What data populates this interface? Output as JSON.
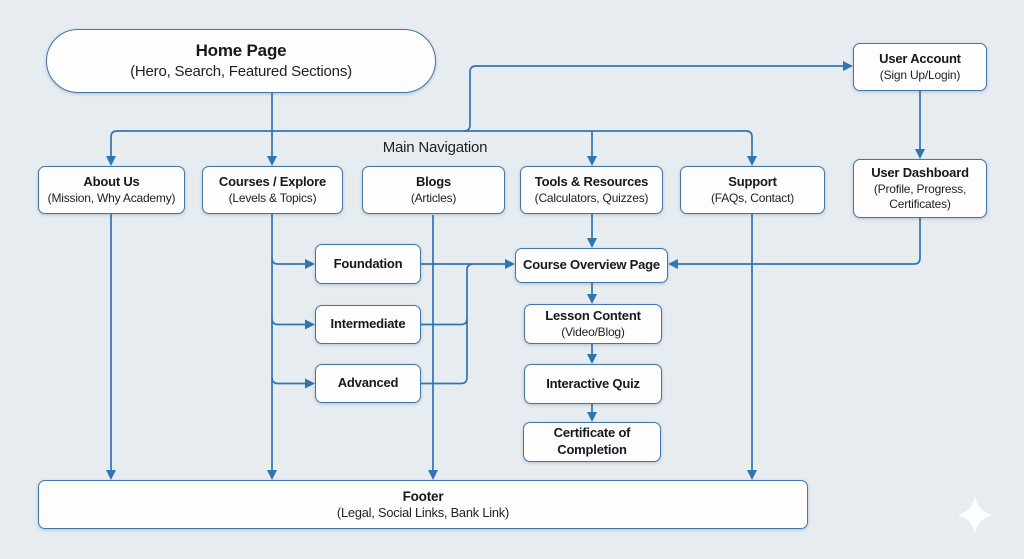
{
  "diagram": {
    "labels": {
      "main_navigation": "Main Navigation"
    },
    "nodes": {
      "home": {
        "title": "Home Page",
        "subtitle": "(Hero, Search, Featured Sections)"
      },
      "user_account": {
        "title": "User Account",
        "subtitle": "(Sign Up/Login)"
      },
      "about": {
        "title": "About Us",
        "subtitle": "(Mission, Why Academy)"
      },
      "courses": {
        "title": "Courses / Explore",
        "subtitle": "(Levels & Topics)"
      },
      "blogs": {
        "title": "Blogs",
        "subtitle": "(Articles)"
      },
      "tools": {
        "title": "Tools & Resources",
        "subtitle": "(Calculators, Quizzes)"
      },
      "support": {
        "title": "Support",
        "subtitle": "(FAQs, Contact)"
      },
      "dashboard": {
        "title": "User Dashboard",
        "subtitle": "(Profile, Progress, Certificates)"
      },
      "foundation": {
        "title": "Foundation"
      },
      "intermediate": {
        "title": "Intermediate"
      },
      "advanced": {
        "title": "Advanced"
      },
      "overview": {
        "title": "Course Overview Page"
      },
      "lesson": {
        "title": "Lesson Content",
        "subtitle": "(Video/Blog)"
      },
      "quiz": {
        "title": "Interactive Quiz"
      },
      "certificate": {
        "title": "Certificate of Completion"
      },
      "footer": {
        "title": "Footer",
        "subtitle": "(Legal, Social Links, Bank Link)"
      }
    },
    "icons": {
      "sparkle": "four-pointed-star-watermark"
    },
    "colors": {
      "background": "#e7ecf1",
      "box_fill": "#fdfdfe",
      "box_border": "#4077a8",
      "connector": "#2f75b2",
      "text": "#16181b"
    }
  }
}
